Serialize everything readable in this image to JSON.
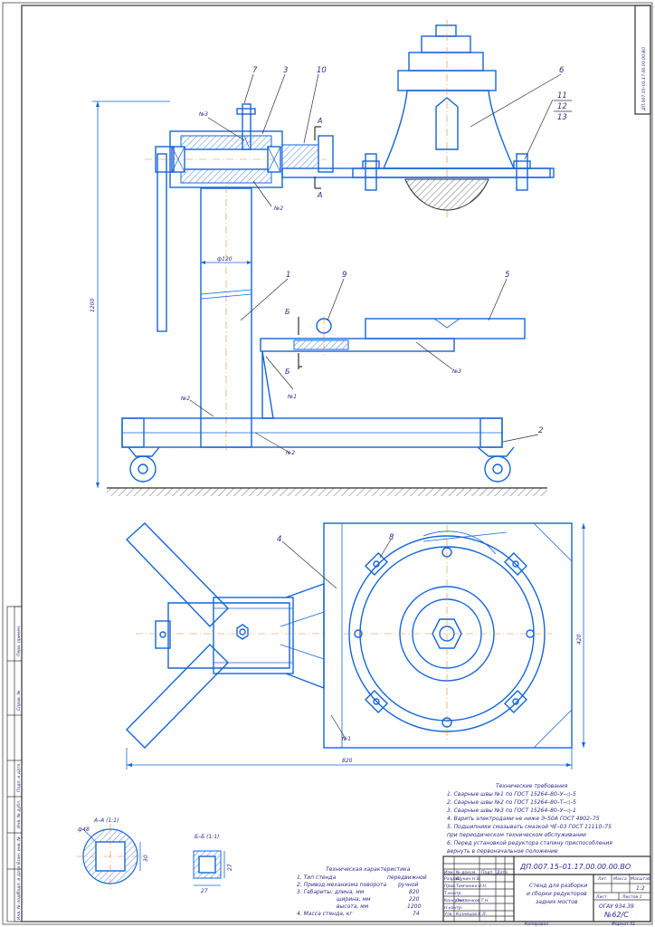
{
  "drawing": {
    "code_vertical": "ДП.007.15–01.17.00.00.00.ВО",
    "code_stamp": "ДП.007.15–01.17.00.00.00.ВО",
    "callouts": [
      "1",
      "2",
      "3",
      "4",
      "5",
      "6",
      "7",
      "8",
      "9",
      "10",
      "11",
      "12",
      "13"
    ],
    "weld_marks": {
      "n1": "№1",
      "n2": "№2",
      "n3": "№3"
    },
    "section_marks": {
      "a": "А",
      "b": "Б"
    },
    "dimensions": {
      "height_1200": "1200",
      "diam_120": "ф120",
      "width_820": "820",
      "width_420": "420"
    },
    "section_a": {
      "title": "А–А (1:1)",
      "diam": "ф48",
      "size": "30"
    },
    "section_b": {
      "title": "Б–Б (1:1)",
      "size1": "27",
      "size2": "27"
    }
  },
  "tech_requirements": {
    "title": "Технические требования",
    "items": [
      "1. Сварные швы №1 по ГОСТ 15264–80–У–◁–5",
      "2. Сварные швы №2 по ГОСТ 15264–80–Т–◁–5",
      "3. Сварные швы №3 по ГОСТ 15264–80–У–◁–1",
      "4. Варить электродами не ниже Э–50А ГОСТ 4902–75",
      "5. Подшипники смазывать смазкой ЧЕ–03 ГОСТ 11110–75",
      "при периодическом техническом обслуживании",
      "6. Перед установкой редуктора стапину приспособления",
      "вернуть в первоначальное положение"
    ]
  },
  "tech_characteristics": {
    "title": "Техническая характеристика",
    "rows": [
      {
        "label": "1.  Тип стенда",
        "value": "передвижной"
      },
      {
        "label": "2. Привод механизма поворота",
        "value": "ручной"
      },
      {
        "label": "3. Габариты: длина, мм",
        "value": "820"
      },
      {
        "label": "ширина, мм",
        "value": "220"
      },
      {
        "label": "высота, мм",
        "value": "1200"
      },
      {
        "label": "4. Масса стенда, кг",
        "value": "74"
      }
    ]
  },
  "title_block": {
    "title_line1": "Стенд для разборки",
    "title_line2": "и сборки редукторов",
    "title_line3": "задних мостов",
    "headers": {
      "lit": "Лит.",
      "mass": "Масса",
      "scale": "Масштаб"
    },
    "scale": "1:2",
    "sheet": "Лист",
    "sheets": "Листов  1",
    "organization": "ОГАУ 934.39",
    "group": "№62/С",
    "row_labels": [
      "Изм.",
      "№ докум.",
      "Подп.",
      "Дата"
    ],
    "roles": [
      {
        "role": "Разраб.",
        "name": "Щукин Н.В."
      },
      {
        "role": "Пров.",
        "name": "Тимченко В.Н."
      },
      {
        "role": "Т.контр.",
        "name": ""
      },
      {
        "role": "Консульт.",
        "name": "Очеленков Т.Н."
      },
      {
        "role": "Н.контр.",
        "name": ""
      },
      {
        "role": "Утв.",
        "name": "Кузнецов К.Л."
      }
    ],
    "copied": "Копировал",
    "format": "Формат   А1"
  },
  "side_stamp": [
    "Инв. № подл.",
    "Подп. и дата",
    "Взам. инв. №",
    "Инв. № дубл.",
    "Подп. и дата",
    "Справ. №",
    "Перв. примен."
  ]
}
